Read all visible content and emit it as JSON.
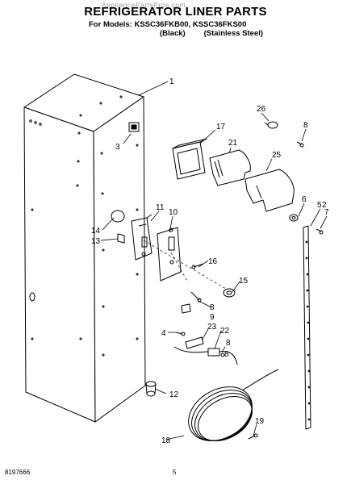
{
  "header": {
    "title": "REFRIGERATOR LINER PARTS",
    "for_models_label": "For Models:",
    "model_1": "KSSC36FKB00,",
    "model_2": "KSSC36FKS00",
    "variant_1": "(Black)",
    "variant_2": "(Stainless Steel)",
    "watermark": "AppliancePartsPros.com"
  },
  "callouts": [
    "1",
    "2",
    "3",
    "4",
    "5",
    "6",
    "7",
    "8",
    "8",
    "8",
    "8",
    "9",
    "10",
    "11",
    "12",
    "13",
    "14",
    "15",
    "16",
    "17",
    "18",
    "19",
    "21",
    "22",
    "23",
    "25",
    "26"
  ],
  "footer": {
    "doc_number": "8197666",
    "page_number": "5"
  }
}
